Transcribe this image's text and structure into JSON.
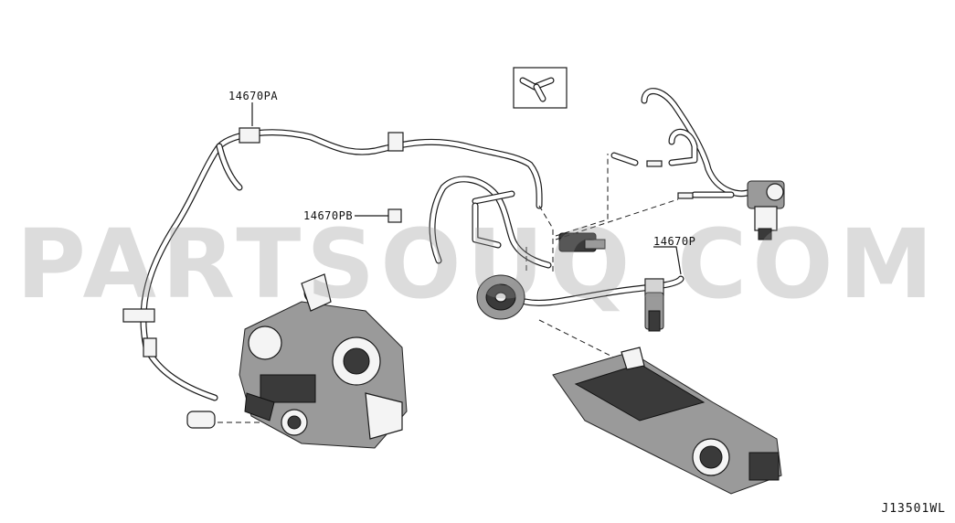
{
  "diagram": {
    "callouts": {
      "pa": "14670PA",
      "pb": "14670PB",
      "p": "14670P"
    },
    "watermark": "PARTSOUQ.COM",
    "figure_id": "J13501WL"
  }
}
